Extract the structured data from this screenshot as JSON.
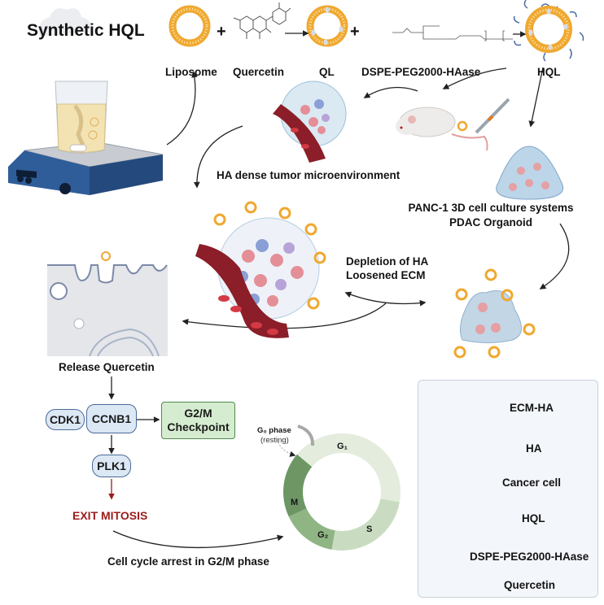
{
  "title": "Synthetic HQL",
  "synthesis": {
    "components": [
      "Liposome",
      "Quercetin",
      "QL",
      "DSPE-PEG2000-HAase",
      "HQL"
    ],
    "operators": [
      "+",
      "+"
    ]
  },
  "models": {
    "tumor_microenvironment": "HA dense tumor microenvironment",
    "in_vitro_line1": "PANC-1 3D cell culture systems",
    "in_vitro_line2": "PDAC Organoid"
  },
  "effect": {
    "line1": "Depletion of HA",
    "line2": "Loosened ECM"
  },
  "release_label": "Release Quercetin",
  "pathway": {
    "cdk1": "CDK1",
    "ccnb1": "CCNB1",
    "checkpoint_line1": "G2/M",
    "checkpoint_line2": "Checkpoint",
    "plk1": "PLK1",
    "exit_mitosis": "EXIT MITOSIS",
    "arrest": "Cell cycle arrest in G2/M phase"
  },
  "cell_cycle": {
    "g0_line1": "G₀ phase",
    "g0_line2": "(resting)",
    "phases": [
      {
        "name": "G₁",
        "color": "#e4ecdd"
      },
      {
        "name": "S",
        "color": "#c9dcc1"
      },
      {
        "name": "G₂",
        "color": "#8fb585"
      },
      {
        "name": "M",
        "color": "#6e9664"
      }
    ]
  },
  "legend": {
    "items": [
      {
        "icon": "ecm-ha-icon",
        "label": "ECM-HA"
      },
      {
        "icon": "ha-icon",
        "label": "HA"
      },
      {
        "icon": "cancer-cell-icon",
        "label": "Cancer cell"
      },
      {
        "icon": "hql-icon",
        "label": "HQL"
      },
      {
        "icon": "dspe-peg-icon",
        "label": "DSPE-PEG2000-HAase"
      },
      {
        "icon": "quercetin-icon",
        "label": "Quercetin"
      }
    ]
  },
  "colors": {
    "liposome": "#f0a830",
    "exit_mitosis": "#9b1c1c",
    "pathway_box": "#dde8f5",
    "checkpoint_box": "#d6ecd0"
  }
}
